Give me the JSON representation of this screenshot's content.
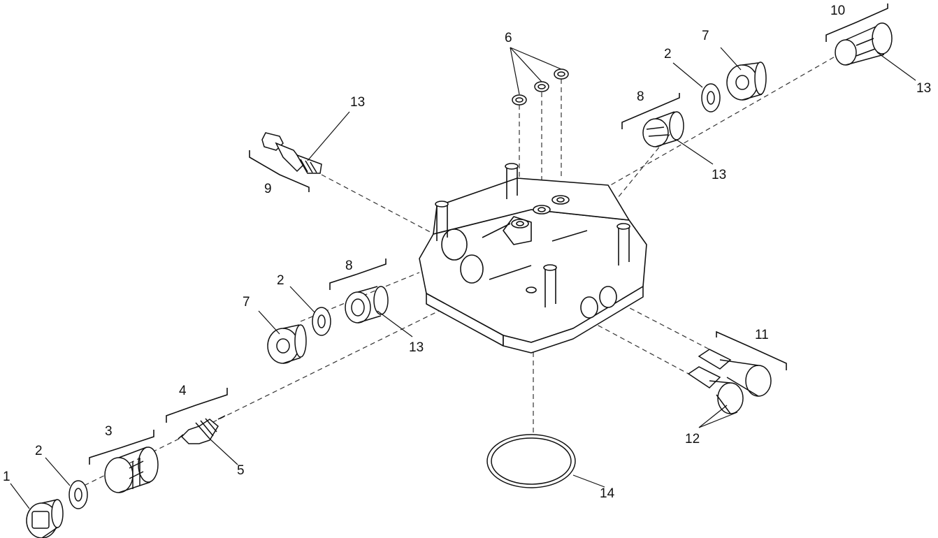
{
  "diagram": {
    "callouts": {
      "c1": "1",
      "c2a": "2",
      "c2b": "2",
      "c2c": "2",
      "c3": "3",
      "c4": "4",
      "c5": "5",
      "c6": "6",
      "c7a": "7",
      "c7b": "7",
      "c8a": "8",
      "c8b": "8",
      "c9": "9",
      "c10": "10",
      "c11": "11",
      "c12": "12",
      "c13a": "13",
      "c13b": "13",
      "c13c": "13",
      "c13d": "13",
      "c14": "14"
    }
  }
}
